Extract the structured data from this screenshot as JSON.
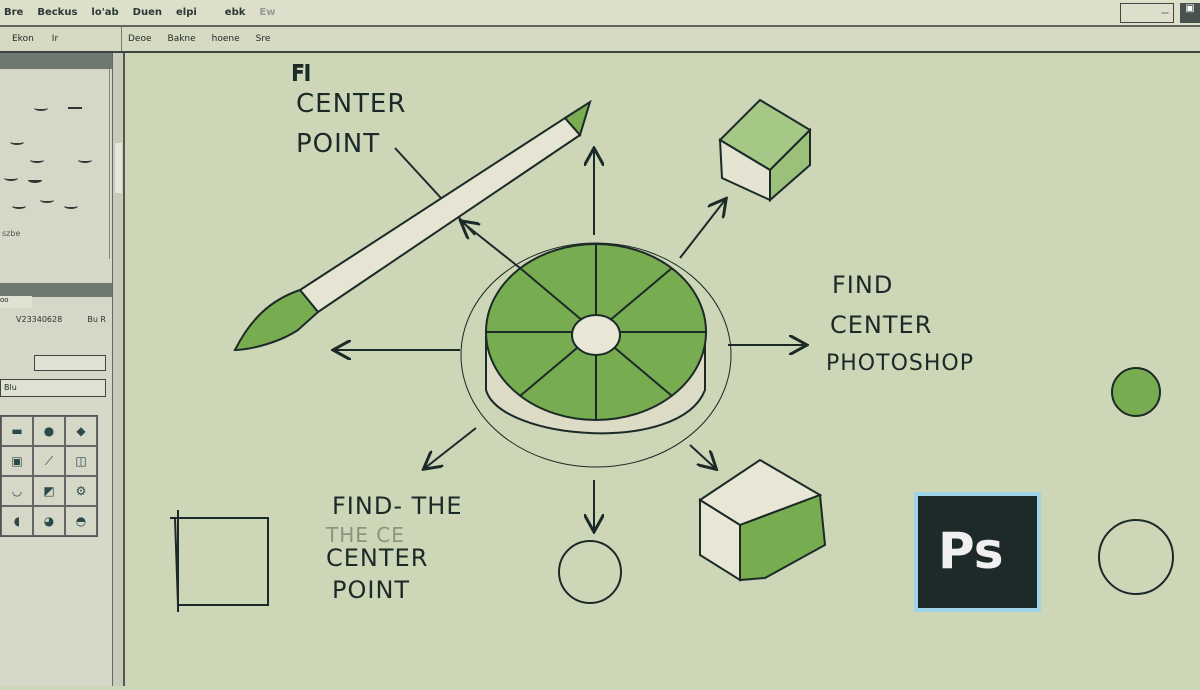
{
  "menubar": {
    "items": [
      "Bre",
      "Beckus",
      "lo'ab",
      "Duen",
      "elpi",
      "ebk",
      "Ew"
    ],
    "window_label": "—"
  },
  "toolbar": {
    "left": [
      "Ekon",
      "Ir"
    ],
    "right": [
      "Deoe",
      "Bakne",
      "hoene",
      "Sre"
    ]
  },
  "panel": {
    "brush_label": "szbe",
    "tab": "oo",
    "row_text": "V23340628",
    "row_right": "Bu R",
    "field_text": "Blu"
  },
  "canvas": {
    "label_top": [
      "FI",
      "CENTER",
      "POINT"
    ],
    "label_right": [
      "FIND",
      "CENTER",
      "PHOTOSHOP"
    ],
    "label_bottom": [
      "FIND- THE",
      "THE CE",
      "CENTER",
      "POINT"
    ],
    "ps_logo": "Ps"
  },
  "colors": {
    "accent": "#78ac50",
    "canvas": "#cdd6b7",
    "ps_bg": "#1e2a2a",
    "ps_border": "#9fd3e8"
  }
}
